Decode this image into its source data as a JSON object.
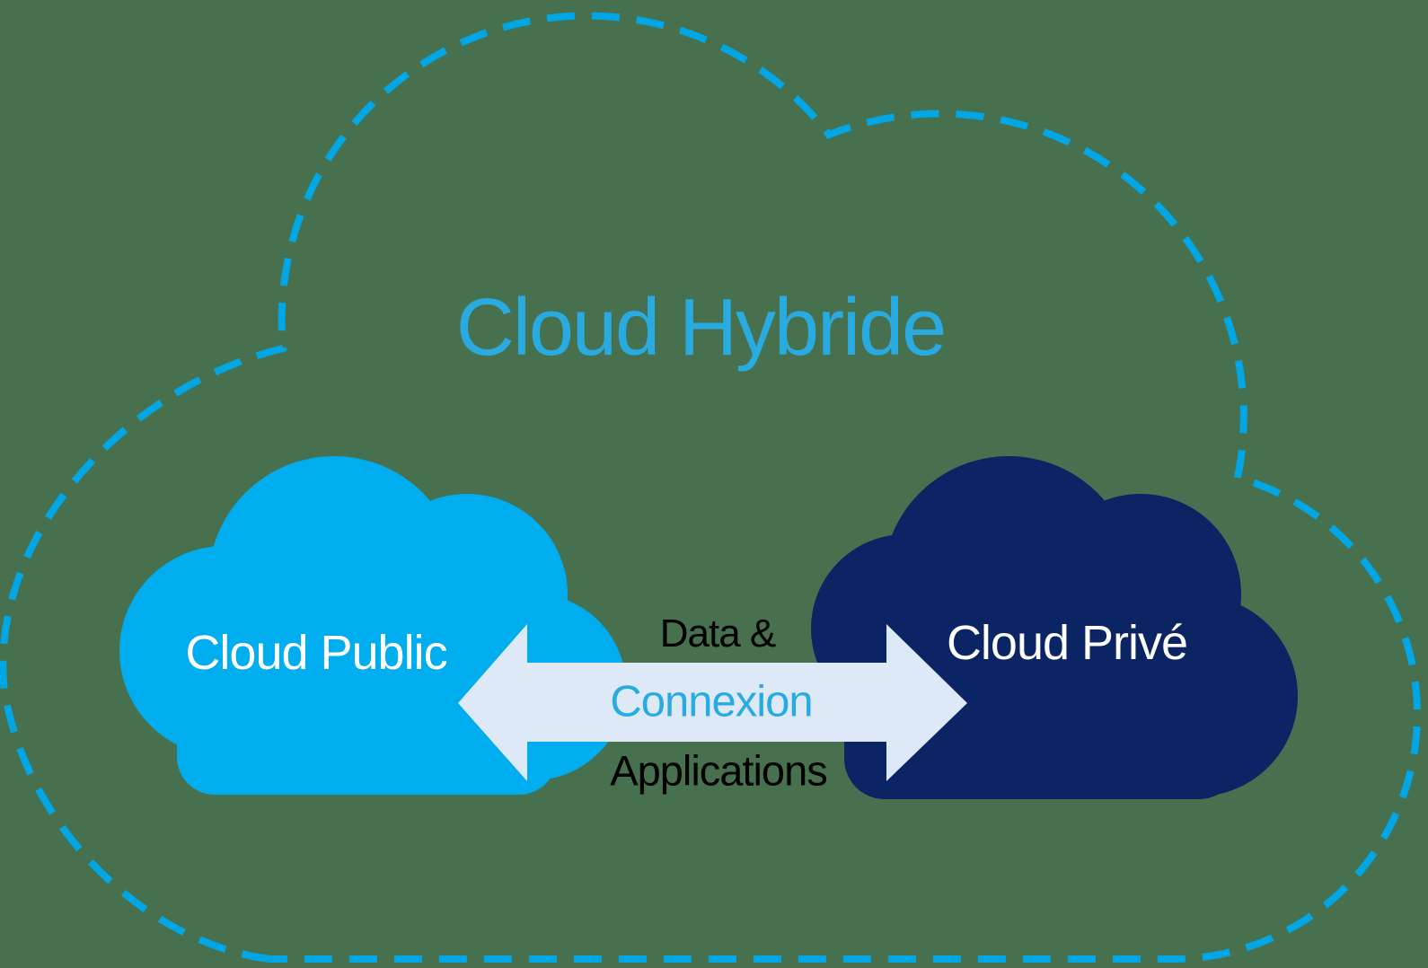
{
  "background_color": "#47704e",
  "title": {
    "text": "Cloud Hybride",
    "color": "#29abe2"
  },
  "outline": {
    "style": "dashed",
    "color": "#00a7e4"
  },
  "clouds": {
    "public": {
      "label": "Cloud Public",
      "fill": "#00adee",
      "label_color": "#ffffff"
    },
    "private": {
      "label": "Cloud Privé",
      "fill": "#0b2463",
      "label_color": "#ffffff"
    }
  },
  "connection": {
    "arrow_fill": "#dde9f6",
    "line1": {
      "text": "Data &",
      "color": "#000000"
    },
    "line2": {
      "text": "Connexion",
      "color": "#29abe2"
    },
    "line3": {
      "text": "Applications",
      "color": "#000000"
    }
  }
}
